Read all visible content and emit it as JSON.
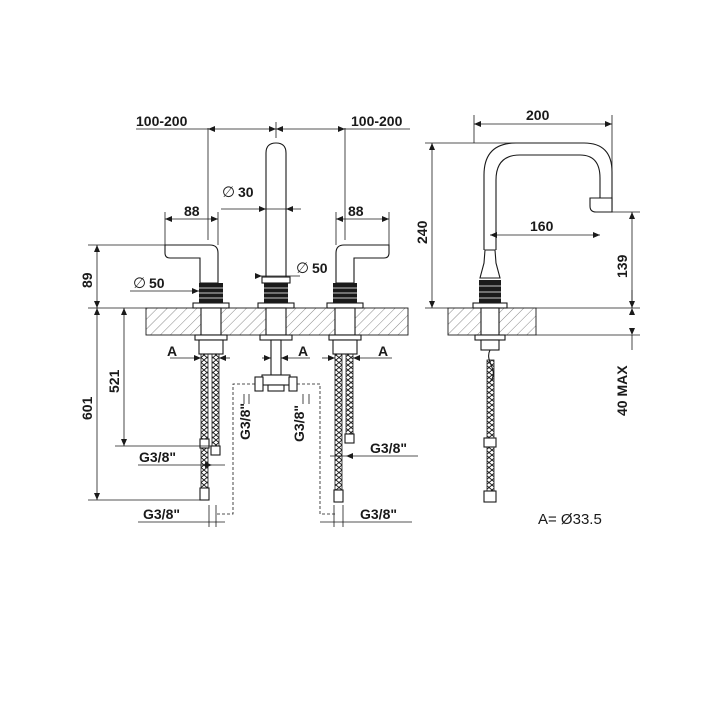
{
  "drawing": {
    "dimensions": {
      "spacing_left": "100-200",
      "spacing_right": "100-200",
      "width_left_handle": "88",
      "width_right_handle": "88",
      "spout_diameter": "30",
      "spout_base_diameter": "50",
      "handle_base_diameter": "50",
      "handle_height": "89",
      "hose_length_total": "601",
      "hose_length_inner": "521",
      "thread_left_upper": "G3/8\"",
      "thread_left_lower": "G3/8\"",
      "thread_mid_left": "G3/8\"",
      "thread_mid_right": "G3/8\"",
      "thread_right_upper": "G3/8\"",
      "thread_right_lower": "G3/8\"",
      "section_left": "A",
      "section_mid": "A",
      "section_right": "A",
      "spout_reach_overall": "200",
      "spout_reach": "160",
      "spout_height": "240",
      "spout_outlet_height": "139",
      "deck_thickness": "40 MAX"
    },
    "legend_note": "A= Ø33.5",
    "symbols": {
      "diameter": "∅"
    }
  }
}
